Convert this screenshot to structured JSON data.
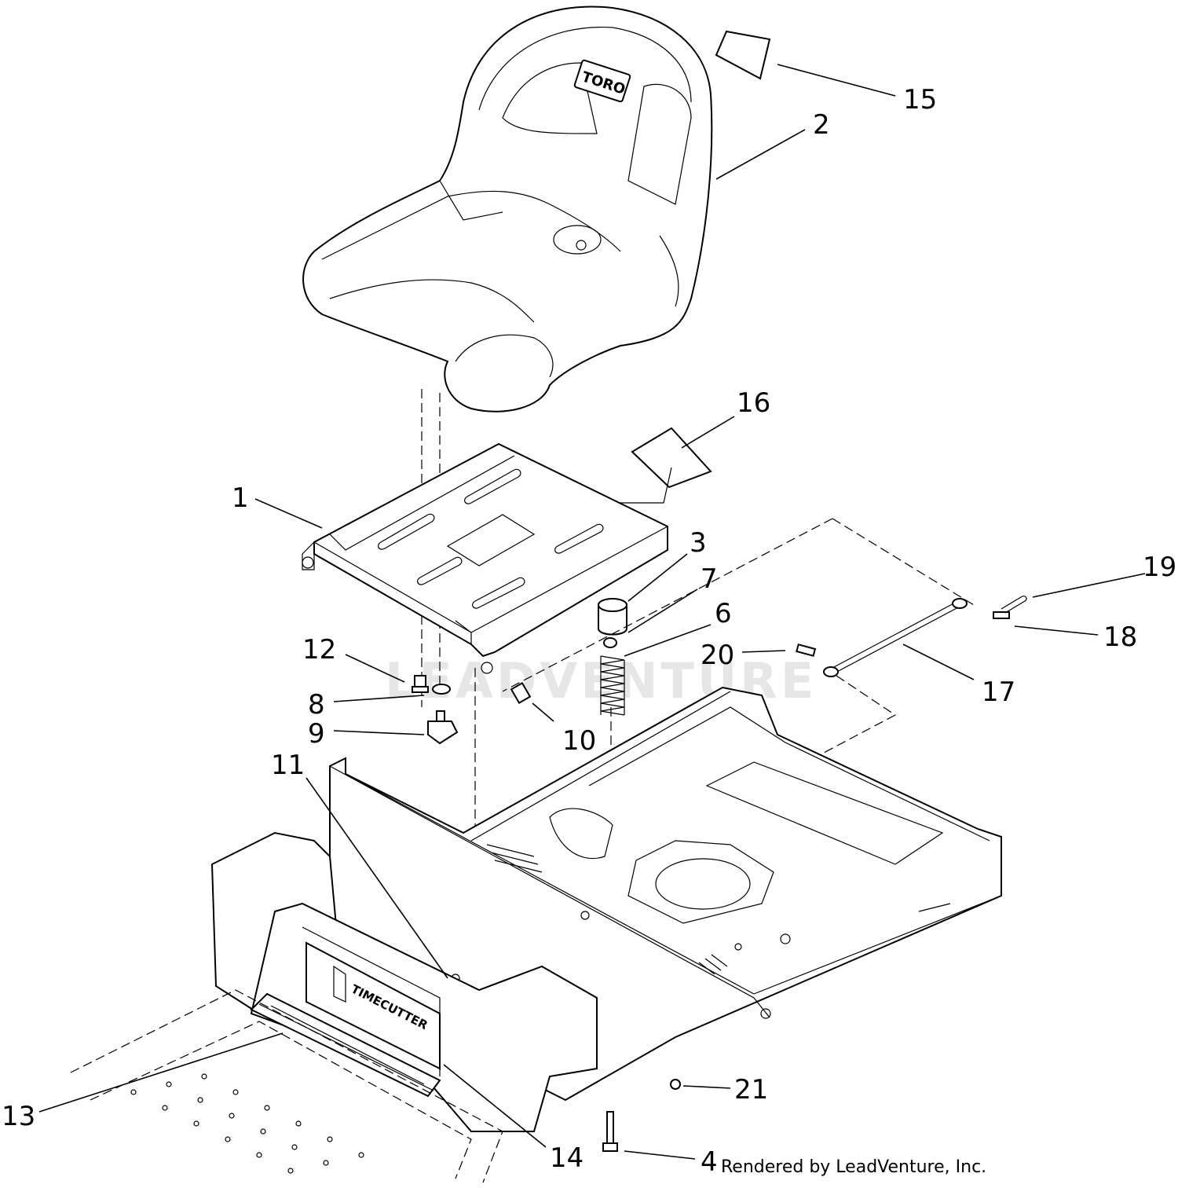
{
  "diagram": {
    "callouts": [
      {
        "label": "1"
      },
      {
        "label": "2"
      },
      {
        "label": "3"
      },
      {
        "label": "4"
      },
      {
        "label": "6"
      },
      {
        "label": "7"
      },
      {
        "label": "8"
      },
      {
        "label": "9"
      },
      {
        "label": "10"
      },
      {
        "label": "11"
      },
      {
        "label": "12"
      },
      {
        "label": "13"
      },
      {
        "label": "14"
      },
      {
        "label": "15"
      },
      {
        "label": "16"
      },
      {
        "label": "17"
      },
      {
        "label": "18"
      },
      {
        "label": "19"
      },
      {
        "label": "20"
      },
      {
        "label": "21"
      }
    ],
    "seat_logo": "TORO",
    "console_logo": "TIMECUTTER",
    "watermark": "LEADVENTURE",
    "credit": "Rendered by LeadVenture, Inc."
  }
}
